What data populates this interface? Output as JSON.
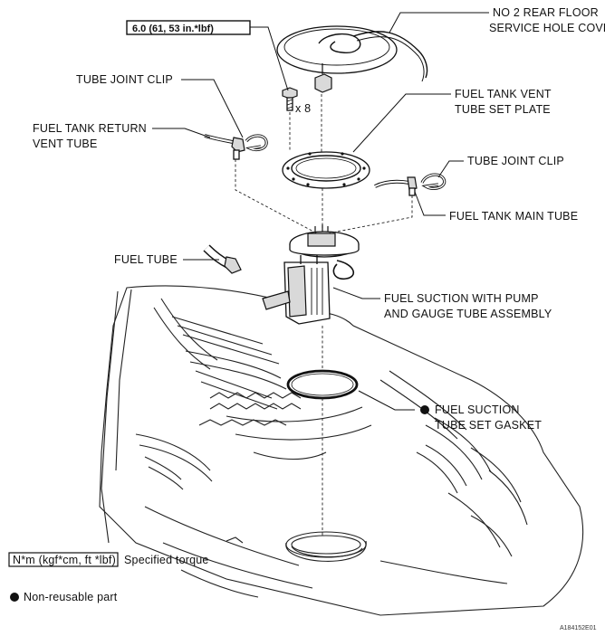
{
  "labels": {
    "torque_value": "6.0 (61, 53 in.*lbf)",
    "quantity": "x 8",
    "cover_line1": "NO  2 REAR FLOOR",
    "cover_line2": "SERVICE HOLE COVER",
    "clip_left": "TUBE JOINT CLIP",
    "return_line1": "FUEL TANK RETURN",
    "return_line2": "VENT TUBE",
    "plate_line1": "FUEL TANK VENT",
    "plate_line2": "TUBE SET PLATE",
    "clip_right": "TUBE JOINT CLIP",
    "main_tube": "FUEL TANK MAIN TUBE",
    "fuel_tube": "FUEL TUBE",
    "pump_line1": "FUEL SUCTION WITH PUMP",
    "pump_line2": "AND GAUGE TUBE ASSEMBLY",
    "gasket_line1": "FUEL SUCTION",
    "gasket_line2": "TUBE SET GASKET"
  },
  "legend": {
    "torque_box": "N*m (kgf*cm, ft *lbf)",
    "torque_text": "Specified torque",
    "nonreusable_text": "Non-reusable part"
  },
  "figure_id": "A184152E01"
}
